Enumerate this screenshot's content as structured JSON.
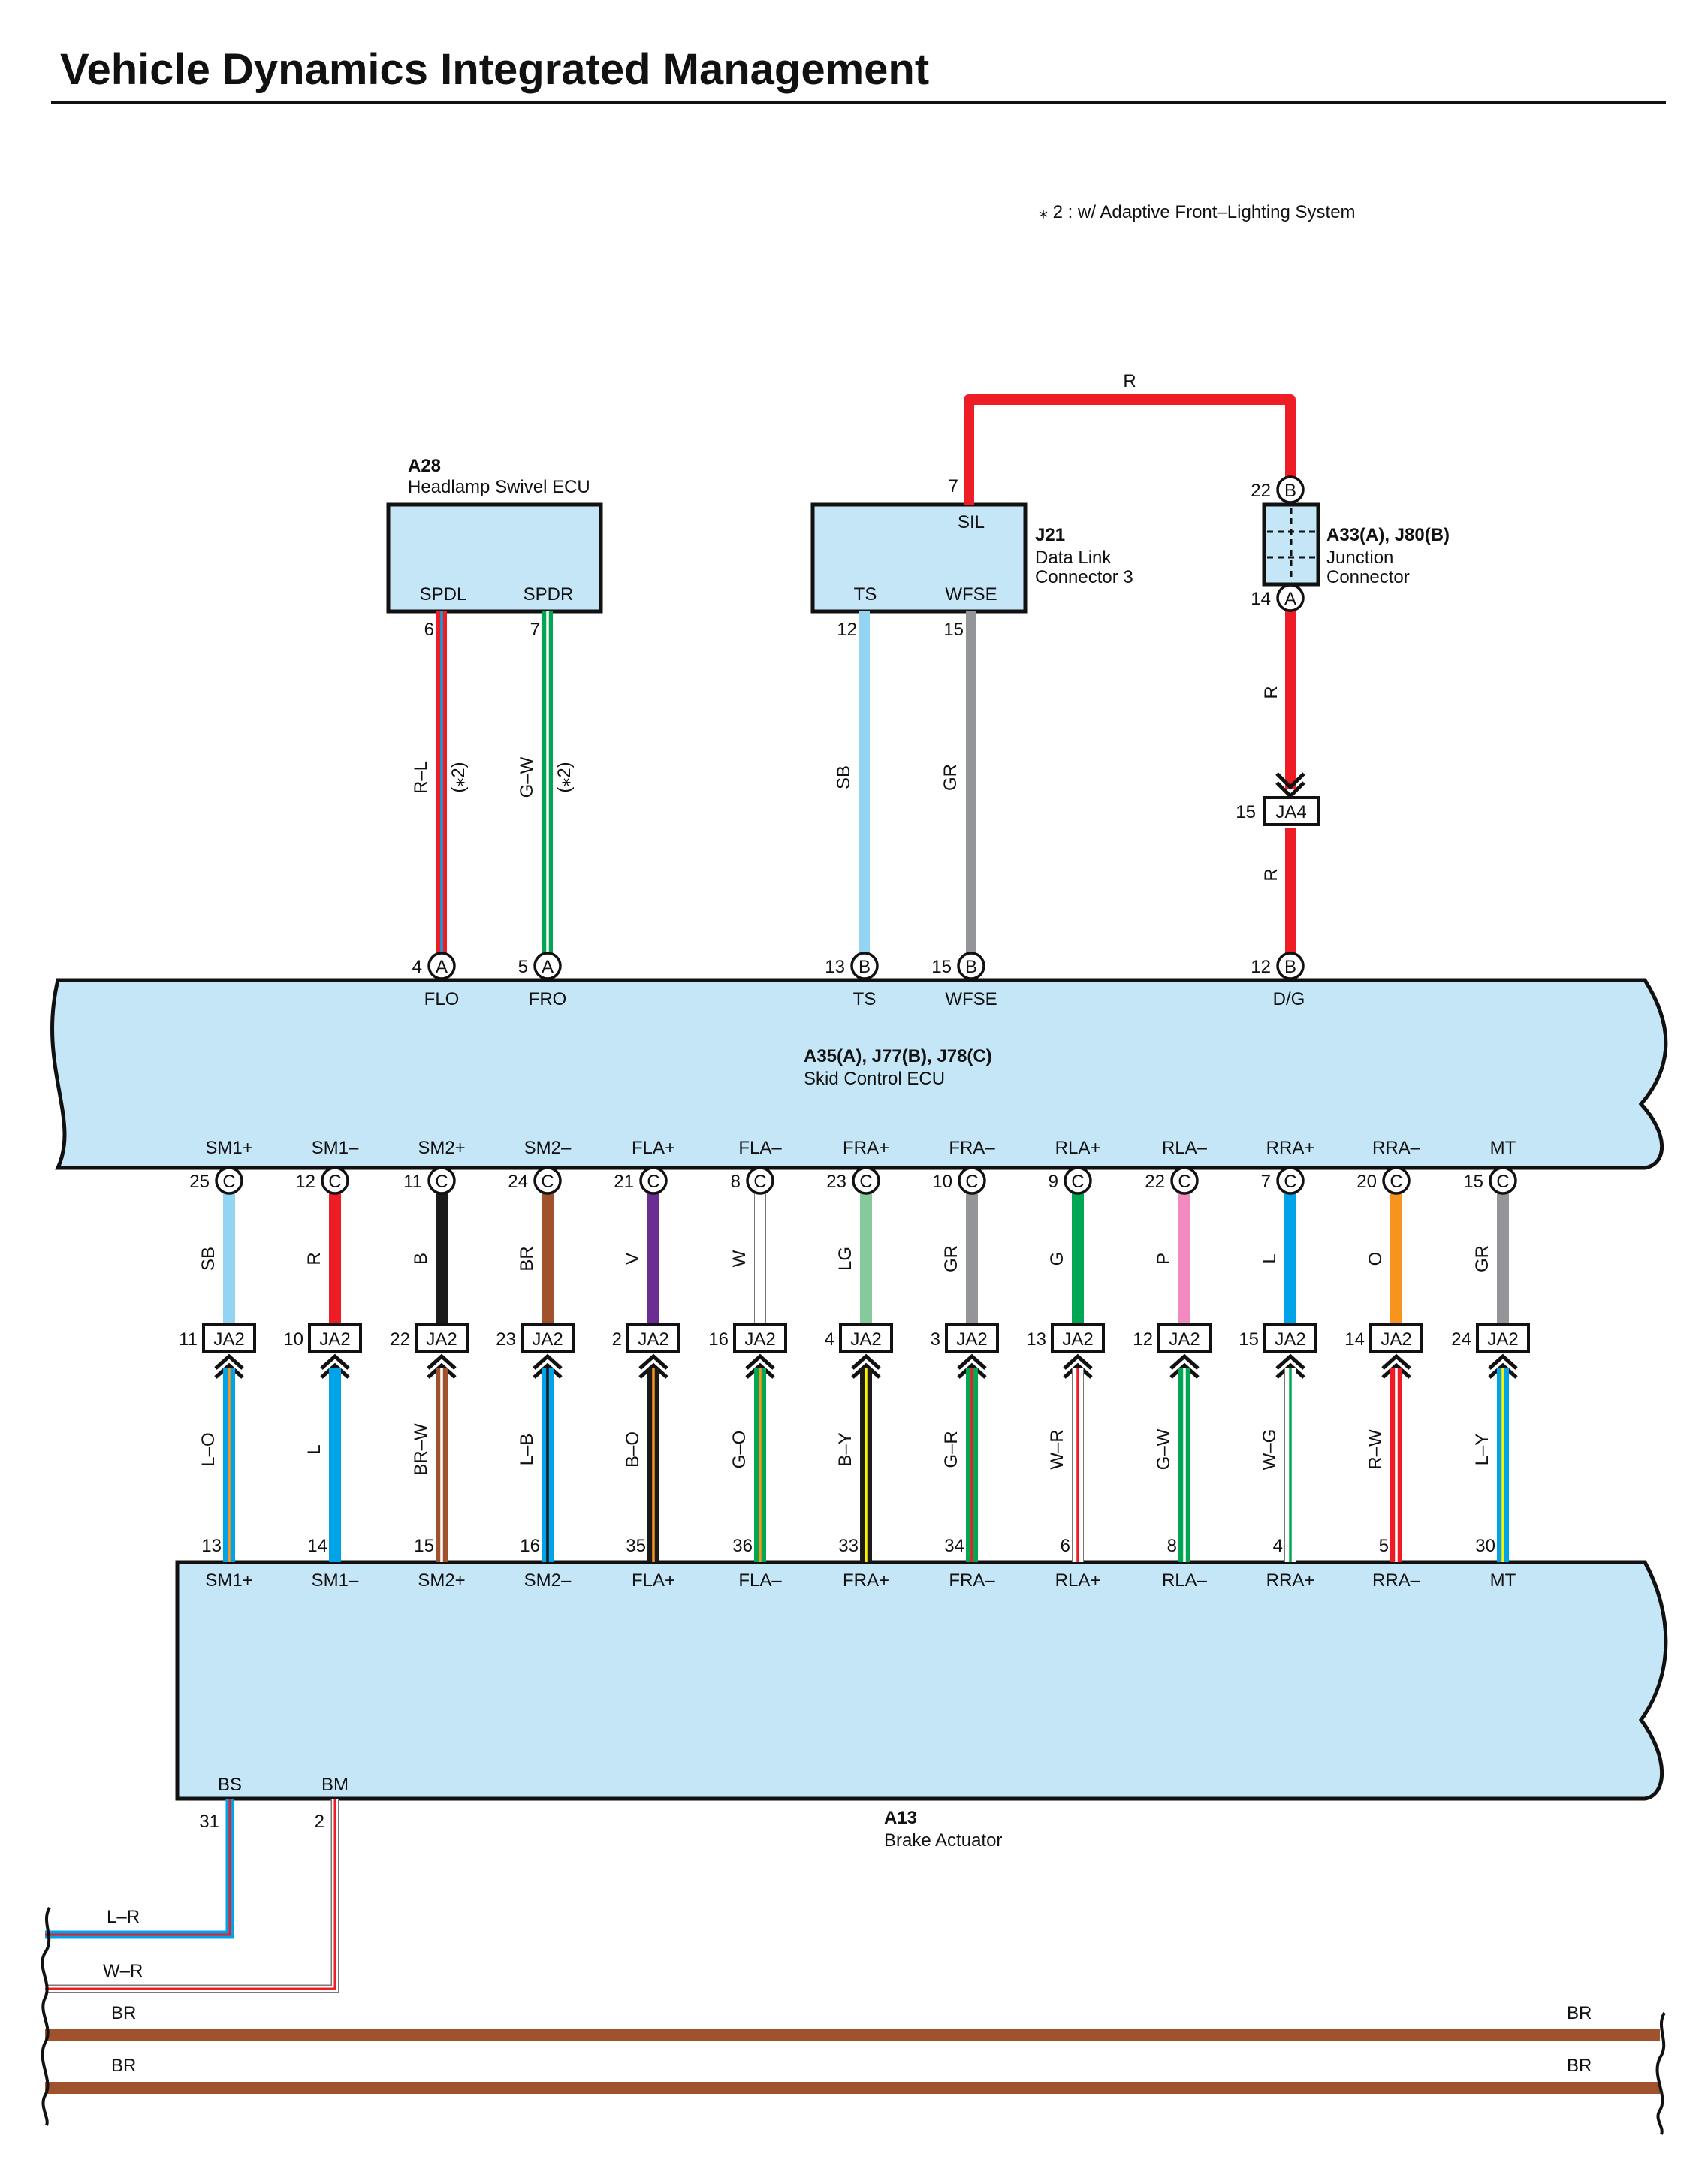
{
  "title": "Vehicle Dynamics Integrated Management",
  "note": "⁎ 2 : w/ Adaptive Front–Lighting System",
  "colors": {
    "R": "#ee1c25",
    "L": "#00a3e8",
    "SB": "#93d4f2",
    "B": "#1a1a1a",
    "W": "#ffffff",
    "G": "#00a651",
    "V": "#6a2d91",
    "LG": "#86ca9c",
    "GR": "#939598",
    "P": "#f08ac0",
    "O": "#f7941d",
    "BR": "#a0522d",
    "Y": "#fff200",
    "box": "#c5e6f7"
  },
  "components": {
    "a28": {
      "code": "A28",
      "name": "Headlamp Swivel ECU",
      "pins": [
        "SPDL",
        "SPDR"
      ]
    },
    "j21": {
      "code": "J21",
      "name1": "Data Link",
      "name2": "Connector 3",
      "pins": [
        "SIL",
        "TS",
        "WFSE"
      ]
    },
    "a33": {
      "code": "A33(A), J80(B)",
      "name1": "Junction",
      "name2": "Connector"
    },
    "ecu": {
      "code": "A35(A), J77(B), J78(C)",
      "name": "Skid Control ECU",
      "top_pins": [
        "FLO",
        "FRO",
        "TS",
        "WFSE",
        "D/G"
      ]
    },
    "a13": {
      "code": "A13",
      "name": "Brake Actuator",
      "bottom_pins": [
        "BS",
        "BM"
      ]
    }
  },
  "top_wires": [
    {
      "from_pin": "6",
      "to_pin": "4",
      "to_conn": "A",
      "color": "R–L",
      "note": "(⁎2)"
    },
    {
      "from_pin": "7",
      "to_pin": "5",
      "to_conn": "A",
      "color": "G–W",
      "note": "(⁎2)"
    },
    {
      "from_pin": "12",
      "to_pin": "13",
      "to_conn": "B",
      "color": "SB"
    },
    {
      "from_pin": "15",
      "to_pin": "15",
      "to_conn": "B",
      "color": "GR"
    }
  ],
  "dg_path": {
    "sil_pin": "7",
    "top_color": "R",
    "jc_top_pin": "22",
    "jc_top_conn": "B",
    "jc_bottom_pin": "14",
    "jc_bottom_conn": "A",
    "color1": "R",
    "ja4_pin": "15",
    "ja4": "JA4",
    "color2": "R",
    "ecu_pin": "12",
    "ecu_conn": "B"
  },
  "channels": [
    {
      "sig": "SM1+",
      "ecu_pin": "25",
      "upper": "SB",
      "ja_pin": "11",
      "lower": "L–O",
      "act_pin": "13"
    },
    {
      "sig": "SM1–",
      "ecu_pin": "12",
      "upper": "R",
      "ja_pin": "10",
      "lower": "L",
      "act_pin": "14"
    },
    {
      "sig": "SM2+",
      "ecu_pin": "11",
      "upper": "B",
      "ja_pin": "22",
      "lower": "BR–W",
      "act_pin": "15"
    },
    {
      "sig": "SM2–",
      "ecu_pin": "24",
      "upper": "BR",
      "ja_pin": "23",
      "lower": "L–B",
      "act_pin": "16"
    },
    {
      "sig": "FLA+",
      "ecu_pin": "21",
      "upper": "V",
      "ja_pin": "2",
      "lower": "B–O",
      "act_pin": "35"
    },
    {
      "sig": "FLA–",
      "ecu_pin": "8",
      "upper": "W",
      "ja_pin": "16",
      "lower": "G–O",
      "act_pin": "36"
    },
    {
      "sig": "FRA+",
      "ecu_pin": "23",
      "upper": "LG",
      "ja_pin": "4",
      "lower": "B–Y",
      "act_pin": "33"
    },
    {
      "sig": "FRA–",
      "ecu_pin": "10",
      "upper": "GR",
      "ja_pin": "3",
      "lower": "G–R",
      "act_pin": "34"
    },
    {
      "sig": "RLA+",
      "ecu_pin": "9",
      "upper": "G",
      "ja_pin": "13",
      "lower": "W–R",
      "act_pin": "6"
    },
    {
      "sig": "RLA–",
      "ecu_pin": "22",
      "upper": "P",
      "ja_pin": "12",
      "lower": "G–W",
      "act_pin": "8"
    },
    {
      "sig": "RRA+",
      "ecu_pin": "7",
      "upper": "L",
      "ja_pin": "15",
      "lower": "W–G",
      "act_pin": "4"
    },
    {
      "sig": "RRA–",
      "ecu_pin": "20",
      "upper": "O",
      "ja_pin": "14",
      "lower": "R–W",
      "act_pin": "5"
    },
    {
      "sig": "MT",
      "ecu_pin": "15",
      "upper": "GR",
      "ja_pin": "24",
      "lower": "L–Y",
      "act_pin": "30"
    }
  ],
  "ecu_channel_conn": "C",
  "ja_connector": "JA2",
  "bottom": {
    "bs_pin": "31",
    "bm_pin": "2",
    "bs_color": "L–R",
    "bm_color": "W–R",
    "ground1": "BR",
    "ground2": "BR"
  }
}
